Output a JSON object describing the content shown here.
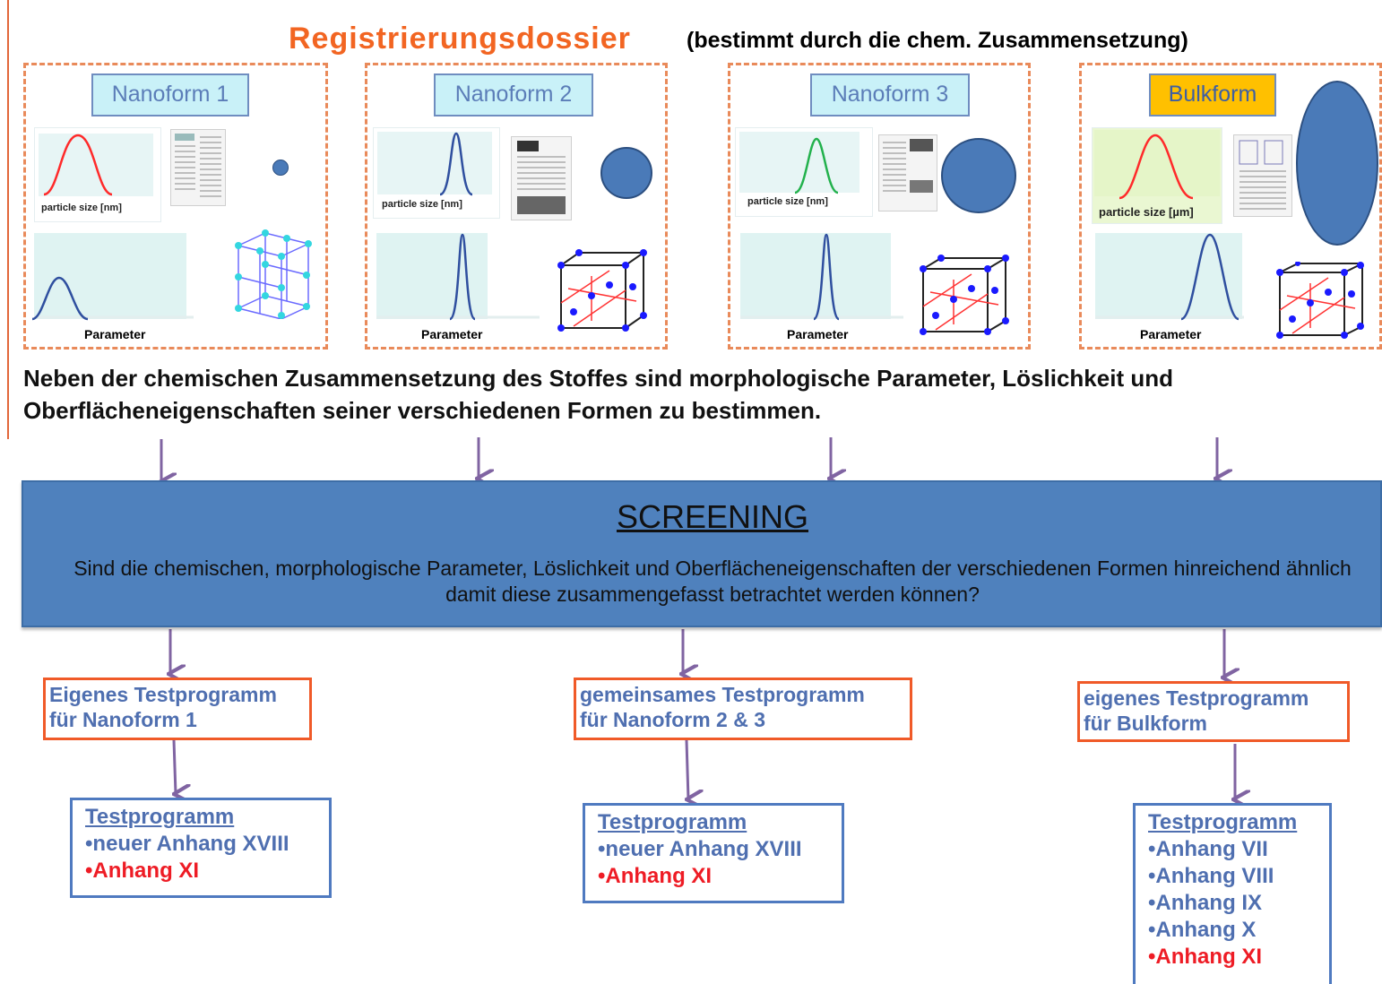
{
  "header": {
    "title": "Registrierungsdossier",
    "subtitle": "(bestimmt durch die chem. Zusammensetzung)"
  },
  "forms": [
    {
      "label": "Nanoform 1",
      "chart_caption": "particle size [nm]",
      "param_label": "Parameter"
    },
    {
      "label": "Nanoform 2",
      "chart_caption": "particle size [nm]",
      "param_label": "Parameter"
    },
    {
      "label": "Nanoform 3",
      "chart_caption": "particle size [nm]",
      "param_label": "Parameter"
    },
    {
      "label": "Bulkform",
      "chart_caption": "particle size [µm]",
      "param_label": "Parameter"
    }
  ],
  "description": "Neben der chemischen Zusammensetzung des Stoffes sind morphologische Parameter, Löslichkeit und Oberflächeneigenschaften seiner verschiedenen Formen zu bestimmen.",
  "screening": {
    "title": "SCREENING",
    "question": "Sind die chemischen, morphologische Parameter, Löslichkeit und Oberflächeneigenschaften der verschiedenen Formen hinreichend ähnlich damit diese zusammengefasst betrachtet werden können?"
  },
  "programs": [
    {
      "line1": "Eigenes Testprogramm",
      "line2": "für Nanoform 1"
    },
    {
      "line1": "gemeinsames Testprogramm",
      "line2": "für Nanoform 2 & 3"
    },
    {
      "line1": "eigenes Testprogramm",
      "line2": "für Bulkform"
    }
  ],
  "testprograms": [
    {
      "heading": "Testprogramm",
      "items": [
        "•neuer Anhang XVIII"
      ],
      "highlight": "•Anhang XI"
    },
    {
      "heading": "Testprogramm",
      "items": [
        "•neuer Anhang XVIII"
      ],
      "highlight": "•Anhang XI"
    },
    {
      "heading": "Testprogramm",
      "items": [
        "•Anhang VII",
        "•Anhang VIII",
        "•Anhang IX",
        "•Anhang X"
      ],
      "highlight": "•Anhang XI"
    }
  ],
  "colors": {
    "title_orange": "#f26522",
    "panel_border": "#e98a5a",
    "arrow_purple": "#8064a2",
    "screening_blue": "#4f81bd",
    "program_border": "#f05a28",
    "test_border": "#4f7ac0",
    "text_blue": "#4f6fb0",
    "text_red": "#ee1c25",
    "curve_red": "#ff2a2a",
    "curve_green": "#22b14c",
    "curve_blue": "#2f4f9f",
    "particle_blue": "#4a7ab8",
    "bulk_yellow": "#ffc000"
  }
}
